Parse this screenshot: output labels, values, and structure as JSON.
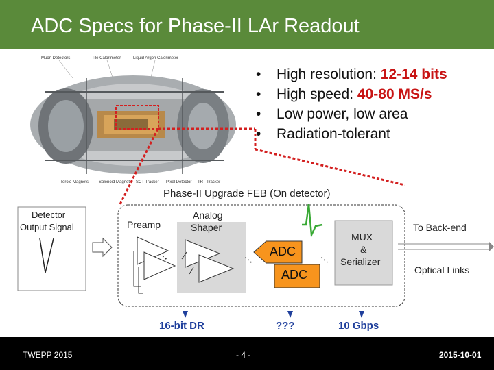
{
  "slide": {
    "title": "ADC Specs for Phase-II LAr Readout",
    "bullets": [
      {
        "text": "High resolution: ",
        "highlight": "12-14 bits"
      },
      {
        "text": "High speed: ",
        "highlight": "40-80 MS/s"
      },
      {
        "text": "Low power, low area",
        "highlight": ""
      },
      {
        "text": "Radiation-tolerant",
        "highlight": ""
      }
    ],
    "detector_labels": [
      "Muon Detectors",
      "Tile Calorimeter",
      "Liquid Argon Calorimeter",
      "Toroid Magnets",
      "Solenoid Magnet",
      "SCT Tracker",
      "Pixel Detector",
      "TRT Tracker"
    ]
  },
  "diagram": {
    "feb_title": "Phase-II Upgrade FEB (On detector)",
    "detector_output": [
      "Detector",
      "Output Signal"
    ],
    "preamp": "Preamp",
    "analog_shaper": [
      "Analog",
      "Shaper"
    ],
    "adc_front": "ADC",
    "adc_back": "ADC",
    "mux": [
      "MUX",
      "&",
      "Serializer"
    ],
    "to_backend": "To Back-end",
    "optical_links": "Optical Links",
    "dr_label": "16-bit DR",
    "unknown_label": "???",
    "gbps_label": "10 Gbps",
    "dots": "…"
  },
  "footer": {
    "left": "TWEPP 2015",
    "page": "- 4 -",
    "date": "2015-10-01"
  },
  "colors": {
    "title_bar": "#5a8a3a",
    "highlight_red": "#c81414",
    "adc_orange": "#f7941d",
    "label_blue": "#1f3f9c",
    "dashed_red": "#d32020",
    "pulse_green": "#39a935"
  }
}
